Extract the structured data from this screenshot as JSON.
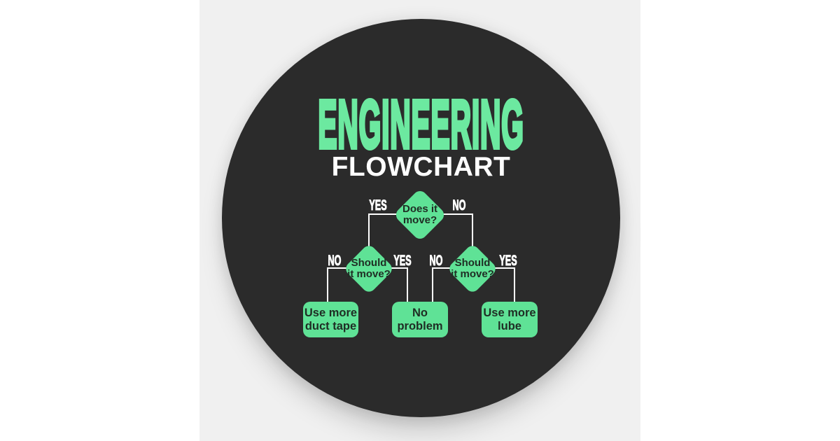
{
  "colors": {
    "background": "#ffffff",
    "panel": "#f0f0f0",
    "sticker": "#2b2b2b",
    "green": "#5fe296",
    "title_green": "#6ce9a0",
    "text_dark": "#1f2d24",
    "line_white": "#ffffff"
  },
  "title": {
    "line1": "ENGINEERING",
    "line2": "FLOWCHART"
  },
  "flowchart": {
    "nodes": {
      "q_top": {
        "type": "decision",
        "text": [
          "Does it",
          "move?"
        ]
      },
      "q_left": {
        "type": "decision",
        "text": [
          "Should",
          "it move?"
        ]
      },
      "q_right": {
        "type": "decision",
        "text": [
          "Should",
          "it move?"
        ]
      },
      "a_left": {
        "type": "result",
        "text": [
          "Use more",
          "duct tape"
        ]
      },
      "a_mid": {
        "type": "result",
        "text": [
          "No",
          "problem"
        ]
      },
      "a_right": {
        "type": "result",
        "text": [
          "Use more",
          "lube"
        ]
      }
    },
    "edges": [
      {
        "from": "q_top",
        "to": "q_left",
        "label": "YES"
      },
      {
        "from": "q_top",
        "to": "q_right",
        "label": "NO"
      },
      {
        "from": "q_left",
        "to": "a_left",
        "label": "NO"
      },
      {
        "from": "q_left",
        "to": "a_mid",
        "label": "YES"
      },
      {
        "from": "q_right",
        "to": "a_mid",
        "label": "NO"
      },
      {
        "from": "q_right",
        "to": "a_right",
        "label": "YES"
      }
    ]
  }
}
